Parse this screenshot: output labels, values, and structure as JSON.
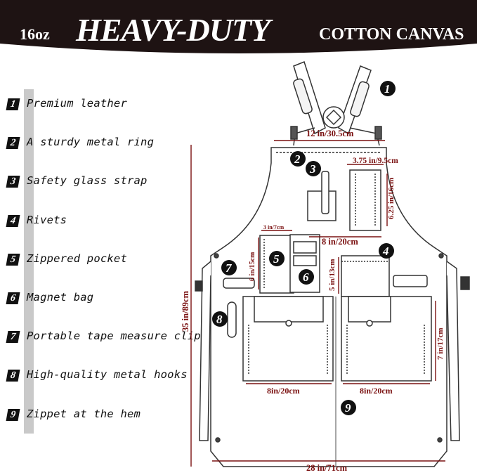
{
  "banner": {
    "weight": "16oz",
    "headline": "HEAVY-DUTY",
    "material": "COTTON CANVAS"
  },
  "features": [
    {
      "num": "1",
      "label": "Premium leather"
    },
    {
      "num": "2",
      "label": "A sturdy metal ring"
    },
    {
      "num": "3",
      "label": "Safety glass strap"
    },
    {
      "num": "4",
      "label": "Rivets"
    },
    {
      "num": "5",
      "label": "Zippered pocket"
    },
    {
      "num": "6",
      "label": "Magnet bag"
    },
    {
      "num": "7",
      "label": "Portable tape measure clip"
    },
    {
      "num": "8",
      "label": "High-quality metal hooks"
    },
    {
      "num": "9",
      "label": "Zippet at the hem"
    }
  ],
  "dimensions": {
    "top_width": "12 in/30.5cm",
    "glasses_pocket_width": "3.75 in/9.5cm",
    "glasses_pocket_height": "6.25 in/16cm",
    "chest_pocket_width": "8 in/20cm",
    "small_pocket_width": "3 in/7cm",
    "small_pocket_height": "6 in/15cm",
    "mid_pocket_height": "5 in/13cm",
    "total_length": "35 in/89cm",
    "side_pocket_height": "7 in/17cm",
    "left_pocket_width": "8in/20cm",
    "right_pocket_width": "8in/20cm",
    "bottom_width": "28 in/71cm"
  },
  "colors": {
    "banner": "#1e1313",
    "dimension": "#7a1010",
    "outline": "#333333"
  }
}
